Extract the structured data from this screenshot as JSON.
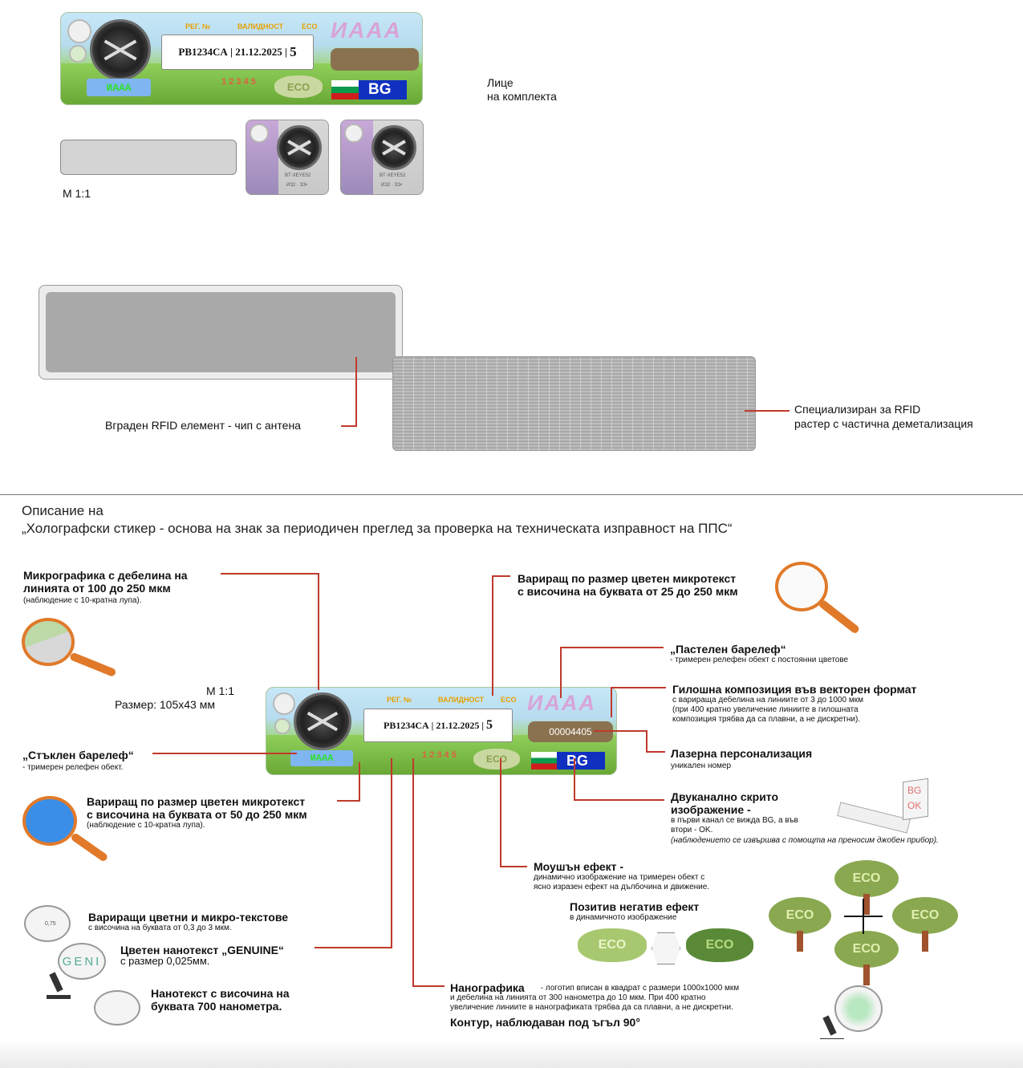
{
  "top": {
    "face_label_line1": "Лице",
    "face_label_line2": "на комплекта",
    "scale_label": "M 1:1",
    "rfid_chip_label": "Вграден RFID елемент - чип с антена",
    "rfid_raster_label_line1": "Специализиран за RFID",
    "rfid_raster_label_line2": "растер с частична деметализация"
  },
  "sticker": {
    "reg_label": "РЕГ. №",
    "validity_label": "ВАЛИДНОСТ",
    "eco_label": "ECO",
    "brand": "ИААА",
    "plate": "PB1234CA",
    "date": "21.12.2025",
    "grade": "5",
    "digits": "1 2 3 4 5",
    "country": "BG",
    "serial": "00004405",
    "microtext": "ИААА"
  },
  "small_sticker": {
    "line1": "BT·XEYE52",
    "line2": "ИЗ2 · ЗЗ•"
  },
  "description": {
    "line1": "Описание на",
    "line2": "„Холографски стикер - основа на знак за периодичен преглед за проверка на техническата изправност на ППС“"
  },
  "main": {
    "scale": "M 1:1",
    "size": "Размер: 105x43 мм"
  },
  "annotations": {
    "micrographics_title": "Микрографика с дебелина на\nлинията от 100 до 250 мкм",
    "micrographics_sub": "(наблюдение с 10-кратна лупа).",
    "color_micro_25_title": "Вариращ по размер цветен микротекст\nс височина на буквата от 25 до 250 мкм",
    "pastel_title": "„Пастелен барелеф“",
    "pastel_sub": "- тримерен релефен обект с постоянни цветове",
    "guilloche_title": "Гилошна композиция във векторен формат",
    "guilloche_sub": "с варираща дебелина на линиите от 3 до 1000 мкм\n(при 400 кратно увеличение линиите в гилошната\nкомпозиция трябва да са плавни, а не дискретни).",
    "glass_title": "„Стъклен барелеф“",
    "glass_sub": "- тримерен релефен обект.",
    "laser_title": "Лазерна персонализация",
    "laser_sub": "уникален номер",
    "color_micro_50_title": "Вариращ по размер цветен микротекст\nс височина на буквата от 50 до 250 мкм",
    "color_micro_50_sub": "(наблюдение с 10-кратна лупа).",
    "dual_title": "Двуканално скрито\nизображение -",
    "dual_sub": "в първи канал се вижда BG, а във\nвтори - OK.",
    "dual_note": "(наблюдението се извършва с помощта на преносим джобен прибор).",
    "dual_bg": "BG",
    "dual_ok": "OK",
    "motion_title": "Моушън ефект -",
    "motion_sub": "динамично изображение на тримерен обект с\nясно изразен ефект на дълбочина и движение.",
    "posneg_title": "Позитив негатив ефект",
    "posneg_sub": "в динамичното изображение",
    "varying_title": "Вариращи цветни и микро-текстове",
    "varying_sub": "с височина на буквата от 0,3 до 3 мкм.",
    "genuine_title": "Цветен нанотекст „GENUINE“",
    "genuine_sub": "с размер 0,025мм.",
    "genuine_zoom": "GENI",
    "nanotext_title": "Нанотекст с височина на\nбуквата 700 нанометра.",
    "zoom_small_text": "0,75",
    "nanographics_title": "Нанографика",
    "nanographics_sub": " - логотип вписан в квадрат с размери 1000x1000 мкм\nи дебелина на линията от 300 нанометра до 10 мкм. При 400 кратно\nувеличение линиите в нанографиката трябва да са плавни, а не дискретни.",
    "contour_title": "Контур, наблюдаван под ъгъл 90°",
    "eco": "ECO"
  },
  "colors": {
    "leader": "#c0392b",
    "magnifier": "#e07a2a"
  }
}
